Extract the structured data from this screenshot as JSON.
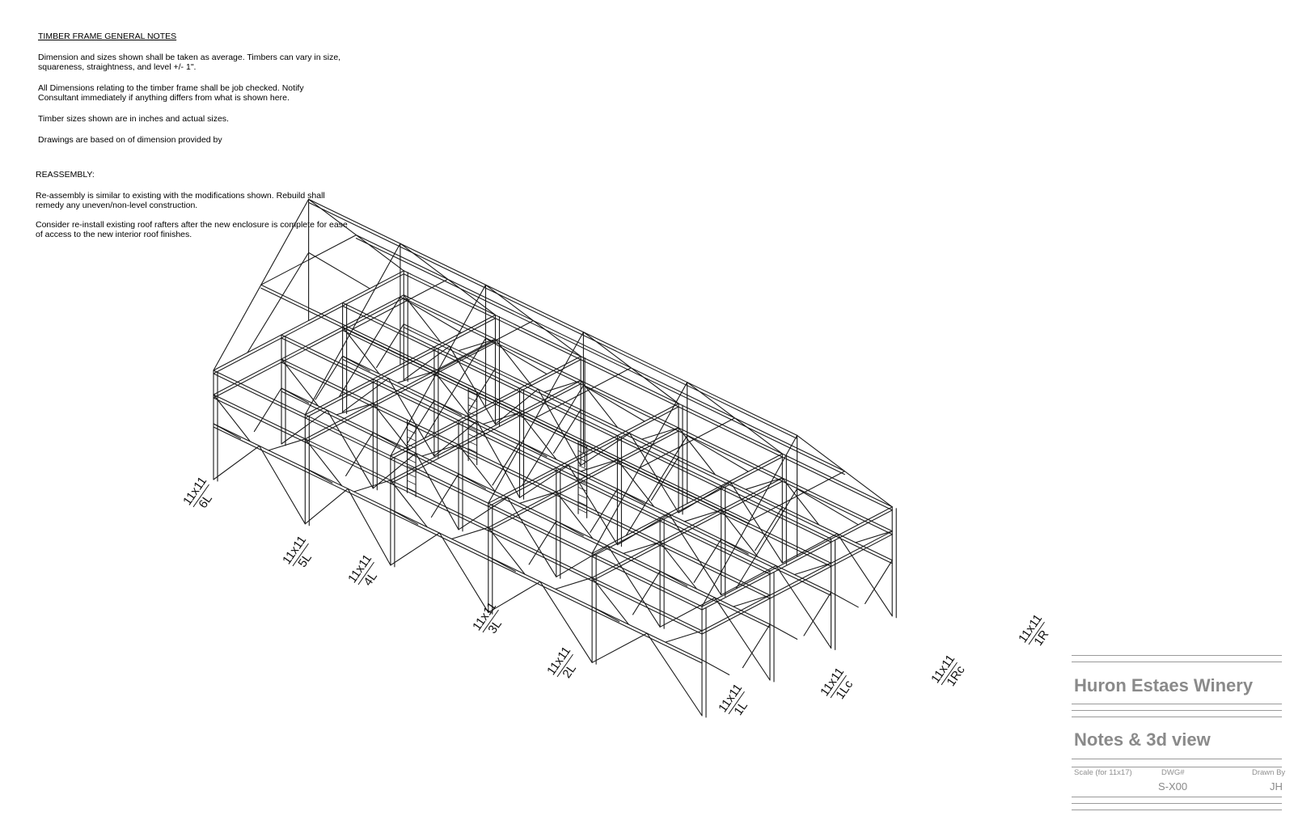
{
  "notes": {
    "general_heading": "TIMBER FRAME GENERAL NOTES",
    "general": [
      "Dimension and sizes shown shall be taken as average. Timbers can vary in size, squareness, straightness, and level +/- 1\".",
      "All Dimensions relating to the timber frame shall be job checked. Notify Consultant immediately if anything differs from what is shown here.",
      "Timber sizes shown are in inches and actual sizes.",
      "Drawings are based on of dimension provided by"
    ],
    "reassembly_heading": "REASSEMBLY:",
    "reassembly": [
      "Re-assembly is similar to existing with the modifications shown. Rebuild shall remedy any uneven/non-level construction.",
      "Consider re-install existing roof rafters after the new enclosure is complete for ease of access to the new interior roof finishes."
    ]
  },
  "post_labels": [
    {
      "size": "11x11",
      "id": "6L"
    },
    {
      "size": "11x11",
      "id": "5L"
    },
    {
      "size": "11x11",
      "id": "4L"
    },
    {
      "size": "11x11",
      "id": "3L"
    },
    {
      "size": "11x11",
      "id": "2L"
    },
    {
      "size": "11x11",
      "id": "1L"
    },
    {
      "size": "11x11",
      "id": "1Lc"
    },
    {
      "size": "11x11",
      "id": "1Rc"
    },
    {
      "size": "11x11",
      "id": "1R"
    }
  ],
  "title_block": {
    "project": "Huron Estaes Winery",
    "sheet_title": "Notes & 3d view",
    "scale_label": "Scale (for 11x17)",
    "dwg_label": "DWG#",
    "dwg_value": "S-X00",
    "drawn_by_label": "Drawn By",
    "drawn_by_value": "JH"
  }
}
